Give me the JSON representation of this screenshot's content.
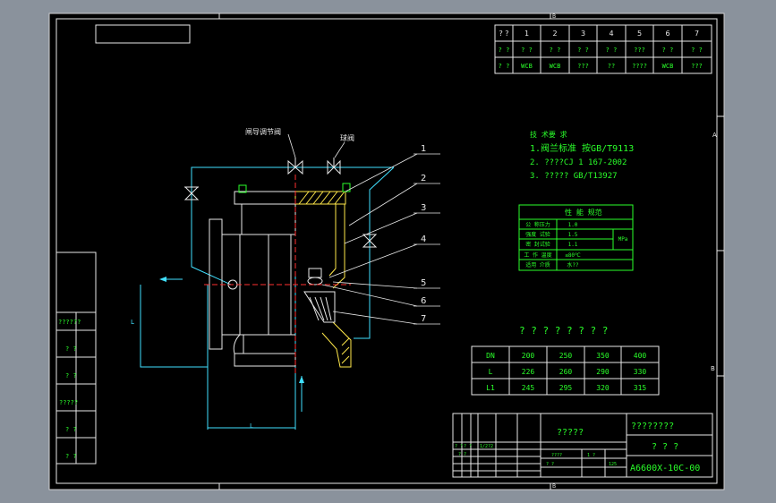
{
  "border_marks": {
    "top_b": "B",
    "bottom_b": "B",
    "right_a": "A",
    "right_b": "B"
  },
  "parts_table": {
    "header": [
      "? ?",
      "1",
      "2",
      "3",
      "4",
      "5",
      "6",
      "7"
    ],
    "row1": [
      "? ?",
      "? ?",
      "? ?",
      "? ?",
      "? ?",
      "???",
      "? ?",
      "? ?"
    ],
    "row2": [
      "? ?",
      "WCB",
      "WCB",
      "???",
      "??",
      "????",
      "WCB",
      "???"
    ]
  },
  "tech": {
    "title": "技 术要 求",
    "line1": "1.阀兰标准 按GB/T9113",
    "line2": "2. ????CJ 1 167-2002",
    "line3": "3. ?????    GB/T13927"
  },
  "perf": {
    "title": "性 能 规范",
    "rows": [
      [
        "公 称压力",
        "1.0",
        ""
      ],
      [
        "强度 试验",
        "1.5",
        "MPa"
      ],
      [
        "密 封试验",
        "1.1",
        ""
      ],
      [
        "工 作 温度",
        "≤80℃",
        ""
      ],
      [
        "适用 介质",
        "水??",
        ""
      ]
    ]
  },
  "dims": {
    "title": "? ? ? ? ? ? ? ?",
    "header": [
      "DN",
      "200",
      "250",
      "350",
      "400"
    ],
    "rows": [
      [
        "L",
        "226",
        "260",
        "290",
        "330"
      ],
      [
        "L1",
        "245",
        "295",
        "320",
        "315"
      ]
    ]
  },
  "drawing_labels": {
    "callouts": [
      "1",
      "2",
      "3",
      "4",
      "5",
      "6",
      "7"
    ],
    "pilot_valve": "闸导调节阀",
    "ball_valve": "球阀",
    "dim_L": "L",
    "dim_L1": "L"
  },
  "left_strip": [
    "??????",
    "? ?",
    "? ?",
    "?????",
    "? ?",
    "? ?"
  ],
  "title_block": {
    "name": "?????",
    "project": "????????",
    "sub": "? ? ?",
    "drawing_no": "A6600X-10C-00",
    "mini": [
      "? ?",
      "? ?",
      "1/2?2",
      "? ?",
      "????",
      "1 ?",
      "? ?",
      "125"
    ]
  },
  "colors": {
    "background": "#000000",
    "frame": "#e8e8e8",
    "green_text": "#2aff2a",
    "cyan_lines": "#40e0ff",
    "red_center": "#ff3030",
    "yellow_hatch": "#ffe84a"
  }
}
